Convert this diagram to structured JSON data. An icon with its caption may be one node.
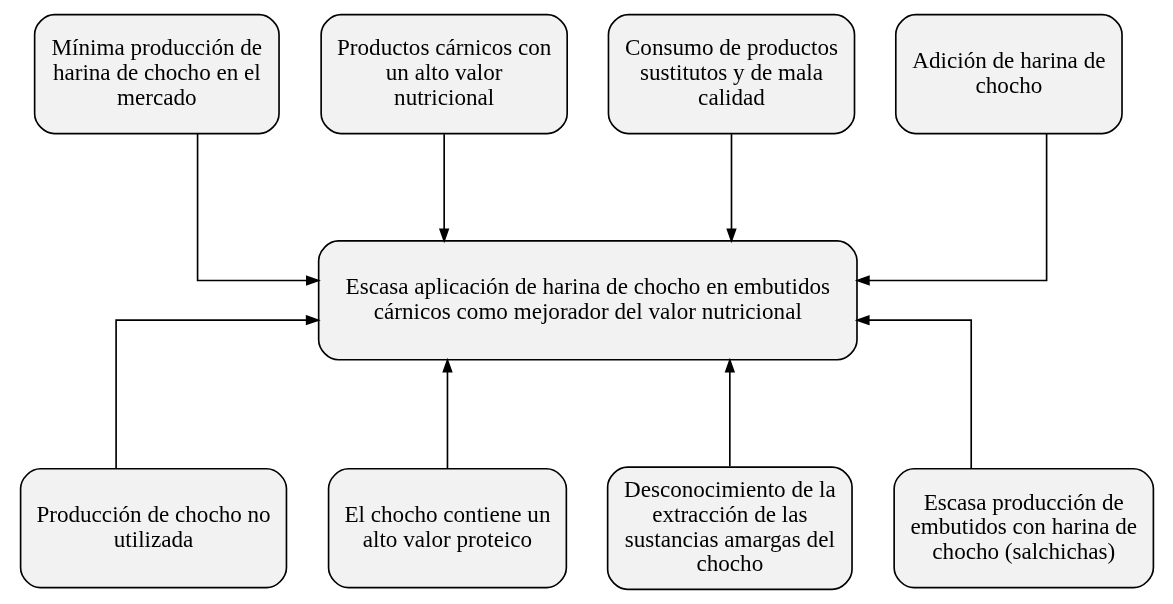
{
  "diagram": {
    "nodes": [
      {
        "text": [
          "Mínima producción de harina de chocho en el mercado"
        ]
      },
      {
        "text": [
          "Productos cárnicos con un alto valor nutricional"
        ]
      },
      {
        "text": [
          "Consumo de productos sustitutos y de mala calidad"
        ]
      },
      {
        "text": [
          "Adición de harina de chocho"
        ]
      },
      {
        "text": [
          "Escasa aplicación de harina de chocho en embutidos cárnicos como mejorador del valor nutricional"
        ]
      },
      {
        "text": [
          "Producción de chocho no utilizada"
        ]
      },
      {
        "text": [
          "El chocho contiene un alto valor proteico"
        ]
      },
      {
        "text": [
          "Desconocimiento de la extracción de las sustancias amargas del chocho"
        ]
      },
      {
        "text": [
          "Escasa producción de embutidos con harina de chocho (salchichas)"
        ]
      }
    ],
    "edges": [
      {
        "from": 0,
        "to": 4,
        "arrow": "to"
      },
      {
        "from": 1,
        "to": 4,
        "arrow": "to"
      },
      {
        "from": 2,
        "to": 4,
        "arrow": "to"
      },
      {
        "from": 3,
        "to": 4,
        "arrow": "to"
      },
      {
        "from": 5,
        "to": 4,
        "arrow": "to"
      },
      {
        "from": 6,
        "to": 4,
        "arrow": "to"
      },
      {
        "from": 7,
        "to": 4,
        "arrow": "to"
      },
      {
        "from": 8,
        "to": 4,
        "arrow": "to"
      }
    ]
  }
}
